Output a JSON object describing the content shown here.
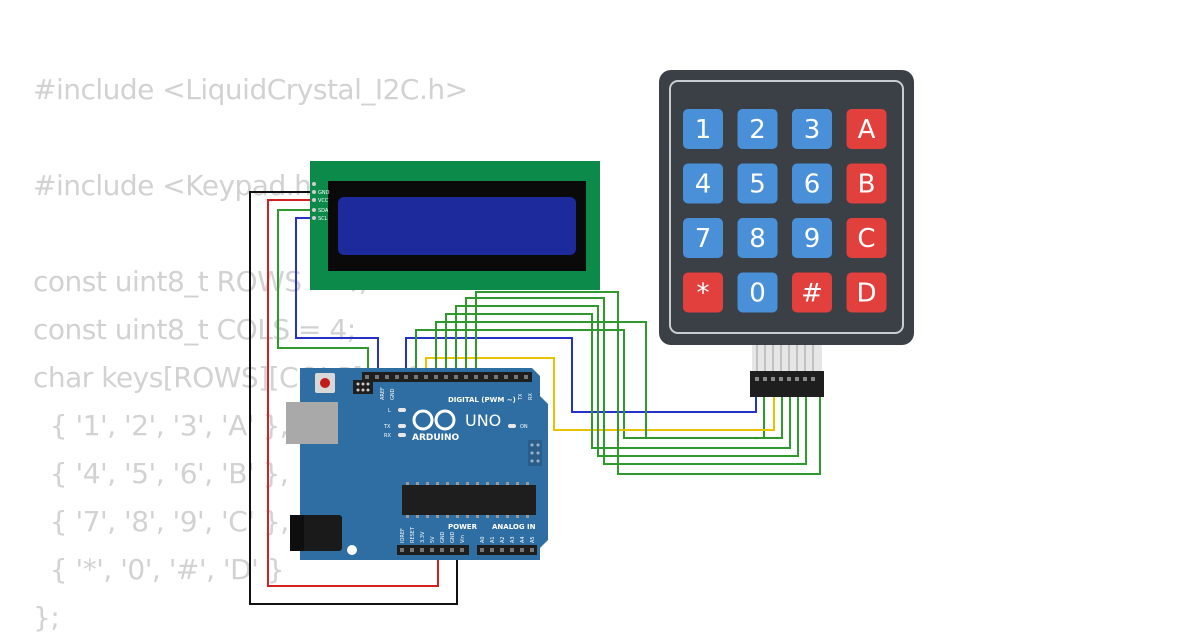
{
  "code_lines": [
    "#include <LiquidCrystal_I2C.h>",
    "",
    "#include <Keypad.h>",
    "",
    "const uint8_t ROWS = 4;",
    "const uint8_t COLS = 4;",
    "char keys[ROWS][COLS] = {",
    "  { '1', '2', '3', 'A' },",
    "  { '4', '5', '6', 'B' },",
    "  { '7', '8', '9', 'C' },",
    "  { '*', '0', '#', 'D' }",
    "};"
  ],
  "keypad": {
    "rows": [
      [
        "1",
        "2",
        "3",
        "A"
      ],
      [
        "4",
        "5",
        "6",
        "B"
      ],
      [
        "7",
        "8",
        "9",
        "C"
      ],
      [
        "*",
        "0",
        "#",
        "D"
      ]
    ]
  },
  "lcd": {
    "pins": [
      "GND",
      "VCC",
      "SDA",
      "SCL"
    ]
  },
  "arduino": {
    "brand": "ARDUINO",
    "model": "UNO",
    "digital_label": "DIGITAL (PWM ~)",
    "power_label": "POWER",
    "analog_label": "ANALOG IN",
    "led_labels": [
      "L",
      "TX",
      "RX",
      "ON"
    ],
    "aref": "AREF",
    "gnd": "GND",
    "tx": "TX",
    "rx": "RX",
    "power_pins": [
      "IOREF",
      "RESET",
      "3.3V",
      "5V",
      "GND",
      "GND",
      "Vin"
    ],
    "analog_pins": [
      "A0",
      "A1",
      "A2",
      "A3",
      "A4",
      "A5"
    ]
  },
  "colors": {
    "code_text": "#d2d2d2",
    "board_blue": "#2f6ea2",
    "lcd_green": "#0c8a4a",
    "lcd_screen": "#1d2a9b",
    "keypad_body": "#3b3f46",
    "key_blue": "#4a90d9",
    "key_red": "#e2403c",
    "wire_green": "#2e9a2e",
    "wire_blue": "#2432c8",
    "wire_yellow": "#e8c400",
    "wire_red": "#d42020",
    "wire_black": "#111111"
  }
}
